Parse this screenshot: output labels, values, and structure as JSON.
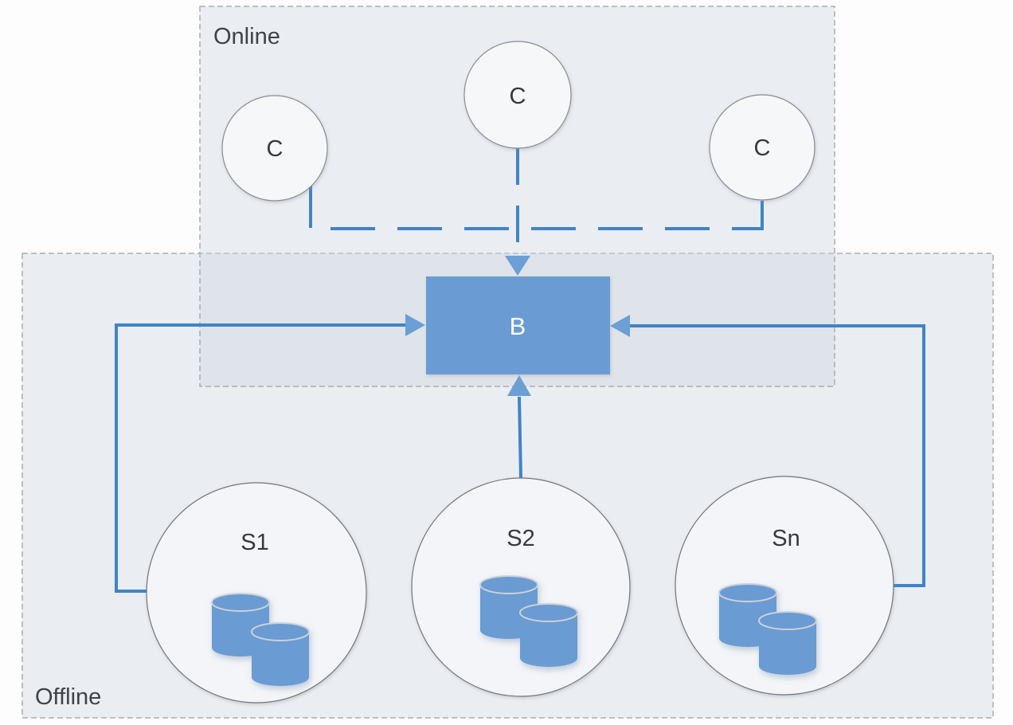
{
  "diagram": {
    "online_region": {
      "label": "Online"
    },
    "offline_region": {
      "label": "Offline"
    },
    "broker": {
      "label": "B"
    },
    "clients": [
      {
        "label": "C"
      },
      {
        "label": "C"
      },
      {
        "label": "C"
      }
    ],
    "servers": [
      {
        "label": "S1"
      },
      {
        "label": "S2"
      },
      {
        "label": "Sn"
      }
    ],
    "icons": [
      "database-cylinder-icon",
      "arrowhead-icon"
    ],
    "colors": {
      "accent_blue": "#6b9cd3",
      "connector_blue": "#4084c6",
      "arrowhead_blue": "#6b9fd5",
      "cylinder_blue": "#6b9bd3",
      "region_fill": "#f1f2f4",
      "region_overlap_fill": "#e7eaee",
      "region_border": "#a9aeb4",
      "circle_border": "#7c8187",
      "label_text": "#3f4246",
      "broker_text": "#ffffff"
    }
  }
}
